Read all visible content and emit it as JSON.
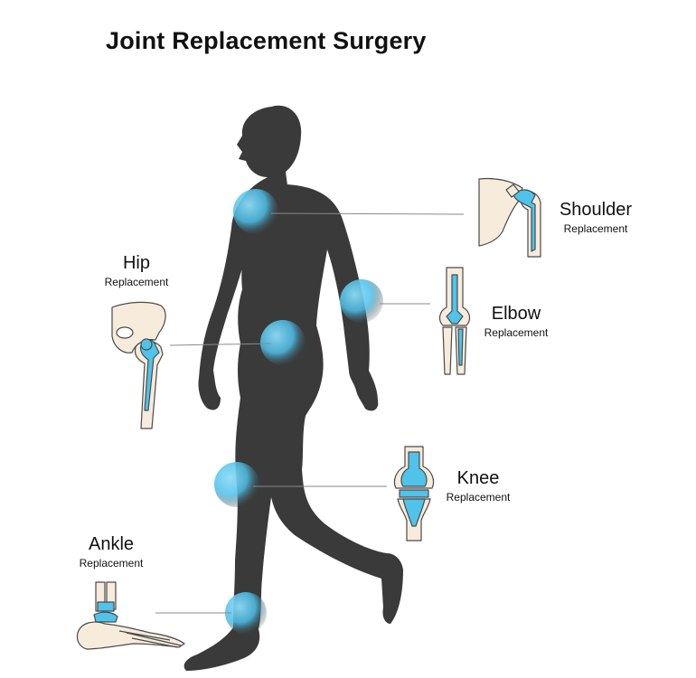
{
  "title": "Joint Replacement Surgery",
  "colors": {
    "silhouette": "#3a3a3a",
    "joint_highlight": "#5cc7ef",
    "implant": "#4fc3ea",
    "bone": "#f7ecdc",
    "bone_outline": "#4a4a4a",
    "leader_line": "#8a8a8a"
  },
  "joints": [
    {
      "id": "shoulder",
      "name": "Shoulder",
      "subtitle": "Replacement"
    },
    {
      "id": "hip",
      "name": "Hip",
      "subtitle": "Replacement"
    },
    {
      "id": "elbow",
      "name": "Elbow",
      "subtitle": "Replacement"
    },
    {
      "id": "knee",
      "name": "Knee",
      "subtitle": "Replacement"
    },
    {
      "id": "ankle",
      "name": "Ankle",
      "subtitle": "Replacement"
    }
  ]
}
